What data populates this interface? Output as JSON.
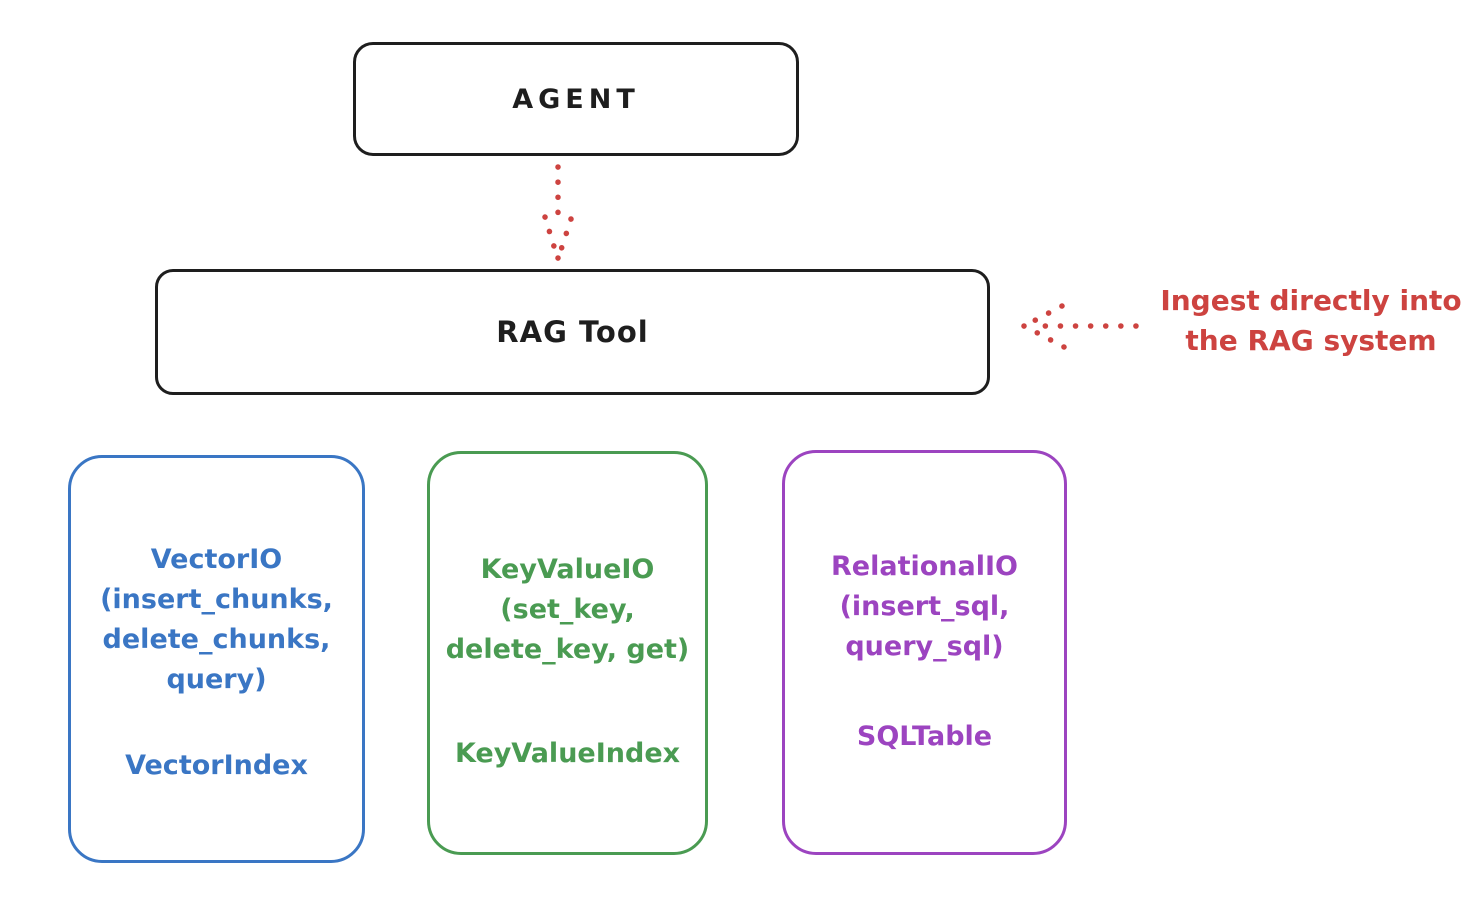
{
  "colors": {
    "black": "#1e1e1e",
    "red": "#cd4340",
    "blue": "#3a76c4",
    "green": "#4a9b52",
    "purple": "#9c44c0",
    "background": "#ffffff"
  },
  "nodes": {
    "agent": {
      "label": "AGENT"
    },
    "rag_tool": {
      "label": "RAG Tool"
    },
    "vector_io": {
      "lines": [
        "VectorIO",
        "(insert_chunks,",
        "delete_chunks,",
        "query)"
      ],
      "index_label": "VectorIndex",
      "color": "#3a76c4"
    },
    "key_value_io": {
      "lines": [
        "KeyValueIO",
        "(set_key,",
        "delete_key, get)"
      ],
      "index_label": "KeyValueIndex",
      "color": "#4a9b52"
    },
    "relational_io": {
      "lines": [
        "RelationalIO",
        "(insert_sql,",
        "query_sql)"
      ],
      "index_label": "SQLTable",
      "color": "#9c44c0"
    }
  },
  "annotations": {
    "ingest_note": {
      "lines": [
        "Ingest directly into",
        "the RAG system"
      ],
      "color": "#cd4340"
    }
  },
  "connectors": {
    "agent_to_rag_tool": {
      "style": "dotted",
      "color": "#cd4340",
      "direction": "down"
    },
    "ingest_note_to_rag_tool": {
      "style": "dotted",
      "color": "#cd4340",
      "direction": "left"
    }
  }
}
